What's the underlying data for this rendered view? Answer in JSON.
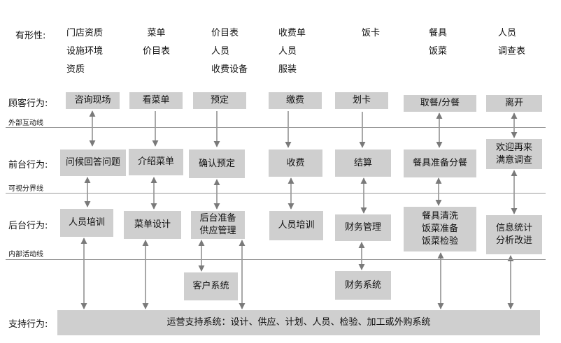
{
  "row_labels": {
    "tangible": "有形性:",
    "customer": "顾客行为:",
    "front": "前台行为:",
    "back": "后台行为:",
    "support": "支持行为:"
  },
  "separator_labels": {
    "external": "外部互动线",
    "visibility": "可视分界线",
    "internal": "内部活动线"
  },
  "tangibles": [
    [
      "门店资质",
      "设施环境",
      "资质"
    ],
    [
      "菜单",
      "价目表"
    ],
    [
      "价目表",
      "人员",
      "收费设备"
    ],
    [
      "收费单",
      "人员",
      "服装"
    ],
    [
      "饭卡"
    ],
    [
      "餐具",
      "饭菜"
    ],
    [
      "人员",
      "调查表"
    ]
  ],
  "customer_actions": [
    "咨询现场",
    "看菜单",
    "预定",
    "缴费",
    "划卡",
    "取餐/分餐",
    "离开"
  ],
  "front_actions": [
    [
      "问候回答问题"
    ],
    [
      "介绍菜单"
    ],
    [
      "确认预定"
    ],
    [
      "收费"
    ],
    [
      "结算"
    ],
    [
      "餐具准备分餐"
    ],
    [
      "欢迎再来",
      "满意调查"
    ]
  ],
  "back_actions": [
    [
      "人员培训"
    ],
    [
      "菜单设计"
    ],
    [
      "后台准备",
      "供应管理"
    ],
    [
      "人员培训"
    ],
    [
      "财务管理"
    ],
    [
      "餐具清洗",
      "饭菜准备",
      "饭菜检验"
    ],
    [
      "信息统计",
      "分析改进"
    ]
  ],
  "extra_systems": [
    "客户系统",
    "财务系统"
  ],
  "support_system": "运营支持系统：设计、供应、计划、人员、检验、加工或外购系统"
}
